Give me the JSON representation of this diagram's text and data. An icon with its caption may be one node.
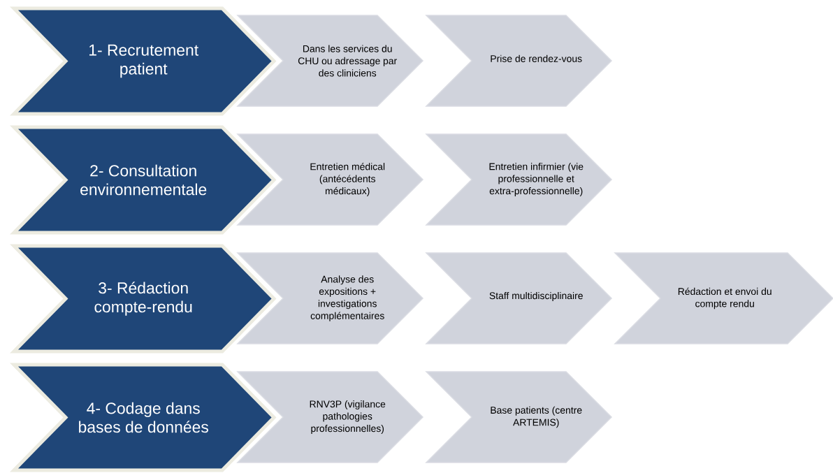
{
  "diagram": {
    "nodes": [
      {
        "text": [
          "1- Recrutement patient"
        ]
      },
      {
        "text": [
          "Dans les services du CHU ou adressage par des cliniciens"
        ]
      },
      {
        "text": [
          "Prise de rendez-vous"
        ]
      },
      {
        "text": [
          "2- Consultation environnementale"
        ]
      },
      {
        "text": [
          "Entretien médical (antécédents médicaux)"
        ]
      },
      {
        "text": [
          "Entretien infirmier (vie professionnelle et extra-professionnelle)"
        ]
      },
      {
        "text": [
          "3- Rédaction compte-rendu"
        ]
      },
      {
        "text": [
          "Analyse des expositions + investigations complémentaires"
        ]
      },
      {
        "text": [
          "Staff multidisciplinaire"
        ]
      },
      {
        "text": [
          "Rédaction et envoi du compte rendu"
        ]
      },
      {
        "text": [
          "4- Codage dans bases de données"
        ]
      },
      {
        "text": [
          "RNV3P (vigilance pathologies professionnelles)"
        ]
      },
      {
        "text": [
          "Base patients (centre ARTEMIS)"
        ]
      }
    ]
  }
}
